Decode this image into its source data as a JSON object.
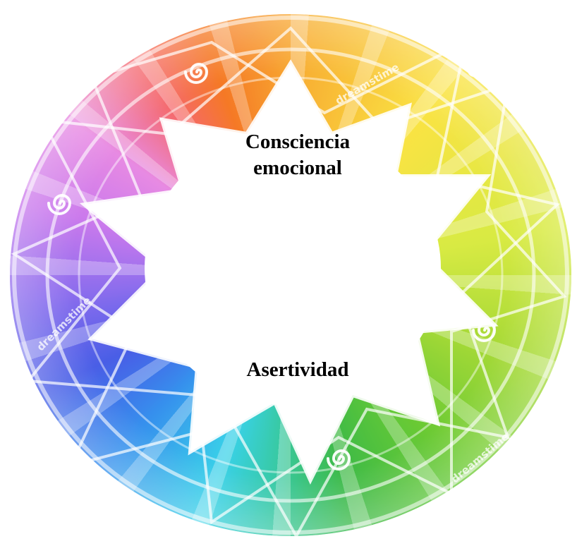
{
  "diagram": {
    "labels": {
      "top": "Consciencia emocional",
      "top_line1": "Consciencia",
      "top_line2": "emocional",
      "bottom": "Asertividad"
    },
    "watermarks": [
      "dreamstime",
      "dreamstime",
      "dreamstime"
    ],
    "colors": {
      "ring": [
        "#f07a2a",
        "#f8e34a",
        "#6cc83a",
        "#3fd0e6",
        "#4a5ee0",
        "#c77ae8"
      ],
      "center": "#ffffff",
      "text": "#000000"
    },
    "icons": [
      "spiral-icon",
      "star-shape"
    ]
  }
}
